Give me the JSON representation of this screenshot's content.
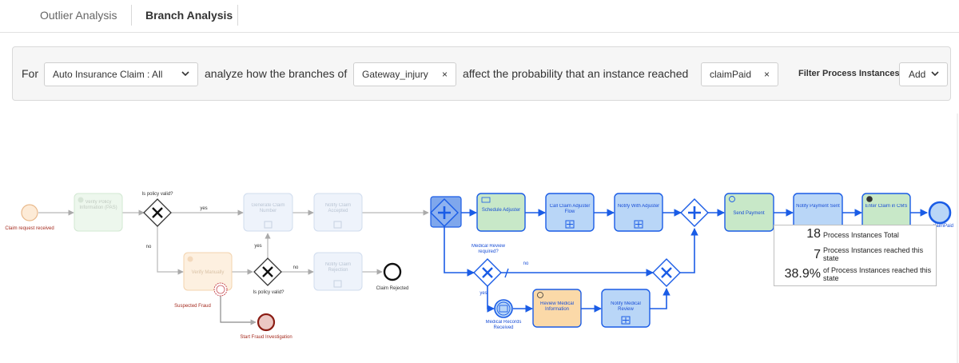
{
  "tabs": [
    {
      "label": "Outlier Analysis"
    },
    {
      "label": "Branch Analysis"
    }
  ],
  "bar": {
    "for_text": "For",
    "process_select": "Auto Insurance Claim : All",
    "analyze_text": "analyze how the branches of",
    "gateway_chip": "Gateway_injury",
    "affect_text": "affect the probability that an instance reached",
    "target_chip": "claimPaid",
    "filter_label": "Filter Process Instances",
    "add_label": "Add",
    "remove_glyph": "×"
  },
  "diagram": {
    "start_event": "Claim request received",
    "verify_policy": "Verify Policy Information (PAS)",
    "gw_policy_valid_1": "Is policy valid?",
    "yes_1": "yes",
    "no_1": "no",
    "generate_claim": "Generate Claim Number",
    "notify_accepted": "Notify Claim Accepted",
    "verify_manually": "Verify Manually",
    "suspected_fraud": "Suspected Fraud",
    "yes_2": "yes",
    "no_2": "no",
    "gw_policy_valid_2": "Is policy valid?",
    "notify_rejection": "Notify Claim Rejection",
    "claim_rejected": "Claim Rejected",
    "start_fraud": "Start Fraud Investigation",
    "schedule_adjuster": "Schedule Adjuster",
    "call_flow": "Call Claim Adjuster Flow",
    "notify_adjuster": "Notify With Adjuster",
    "send_payment": "Send Payment",
    "notify_payment": "Notify Payment Sent",
    "enter_cms": "Enter Claim in CMS",
    "claim_paid": "claimPaid",
    "medical_review_q": "Medical Review required?",
    "no_3": "no",
    "yes_3": "yes",
    "medical_received": "Medical Records Received",
    "review_medical": "Review Medical Information",
    "notify_medical": "Notify Medical Review"
  },
  "stats": {
    "total_num": "18",
    "total_label": "Process Instances Total",
    "reached_num": "7",
    "reached_label": "Process Instances reached this state",
    "pct_num": "38.9%",
    "pct_label": "of Process Instances reached this state"
  },
  "colors": {
    "accent_blue": "#1a5ce6",
    "task_blue_fill": "#b9d6f7",
    "task_green_fill": "#c8e8c8",
    "task_orange_fill": "#fbd9a8",
    "fraud_red": "#a52b1f"
  }
}
